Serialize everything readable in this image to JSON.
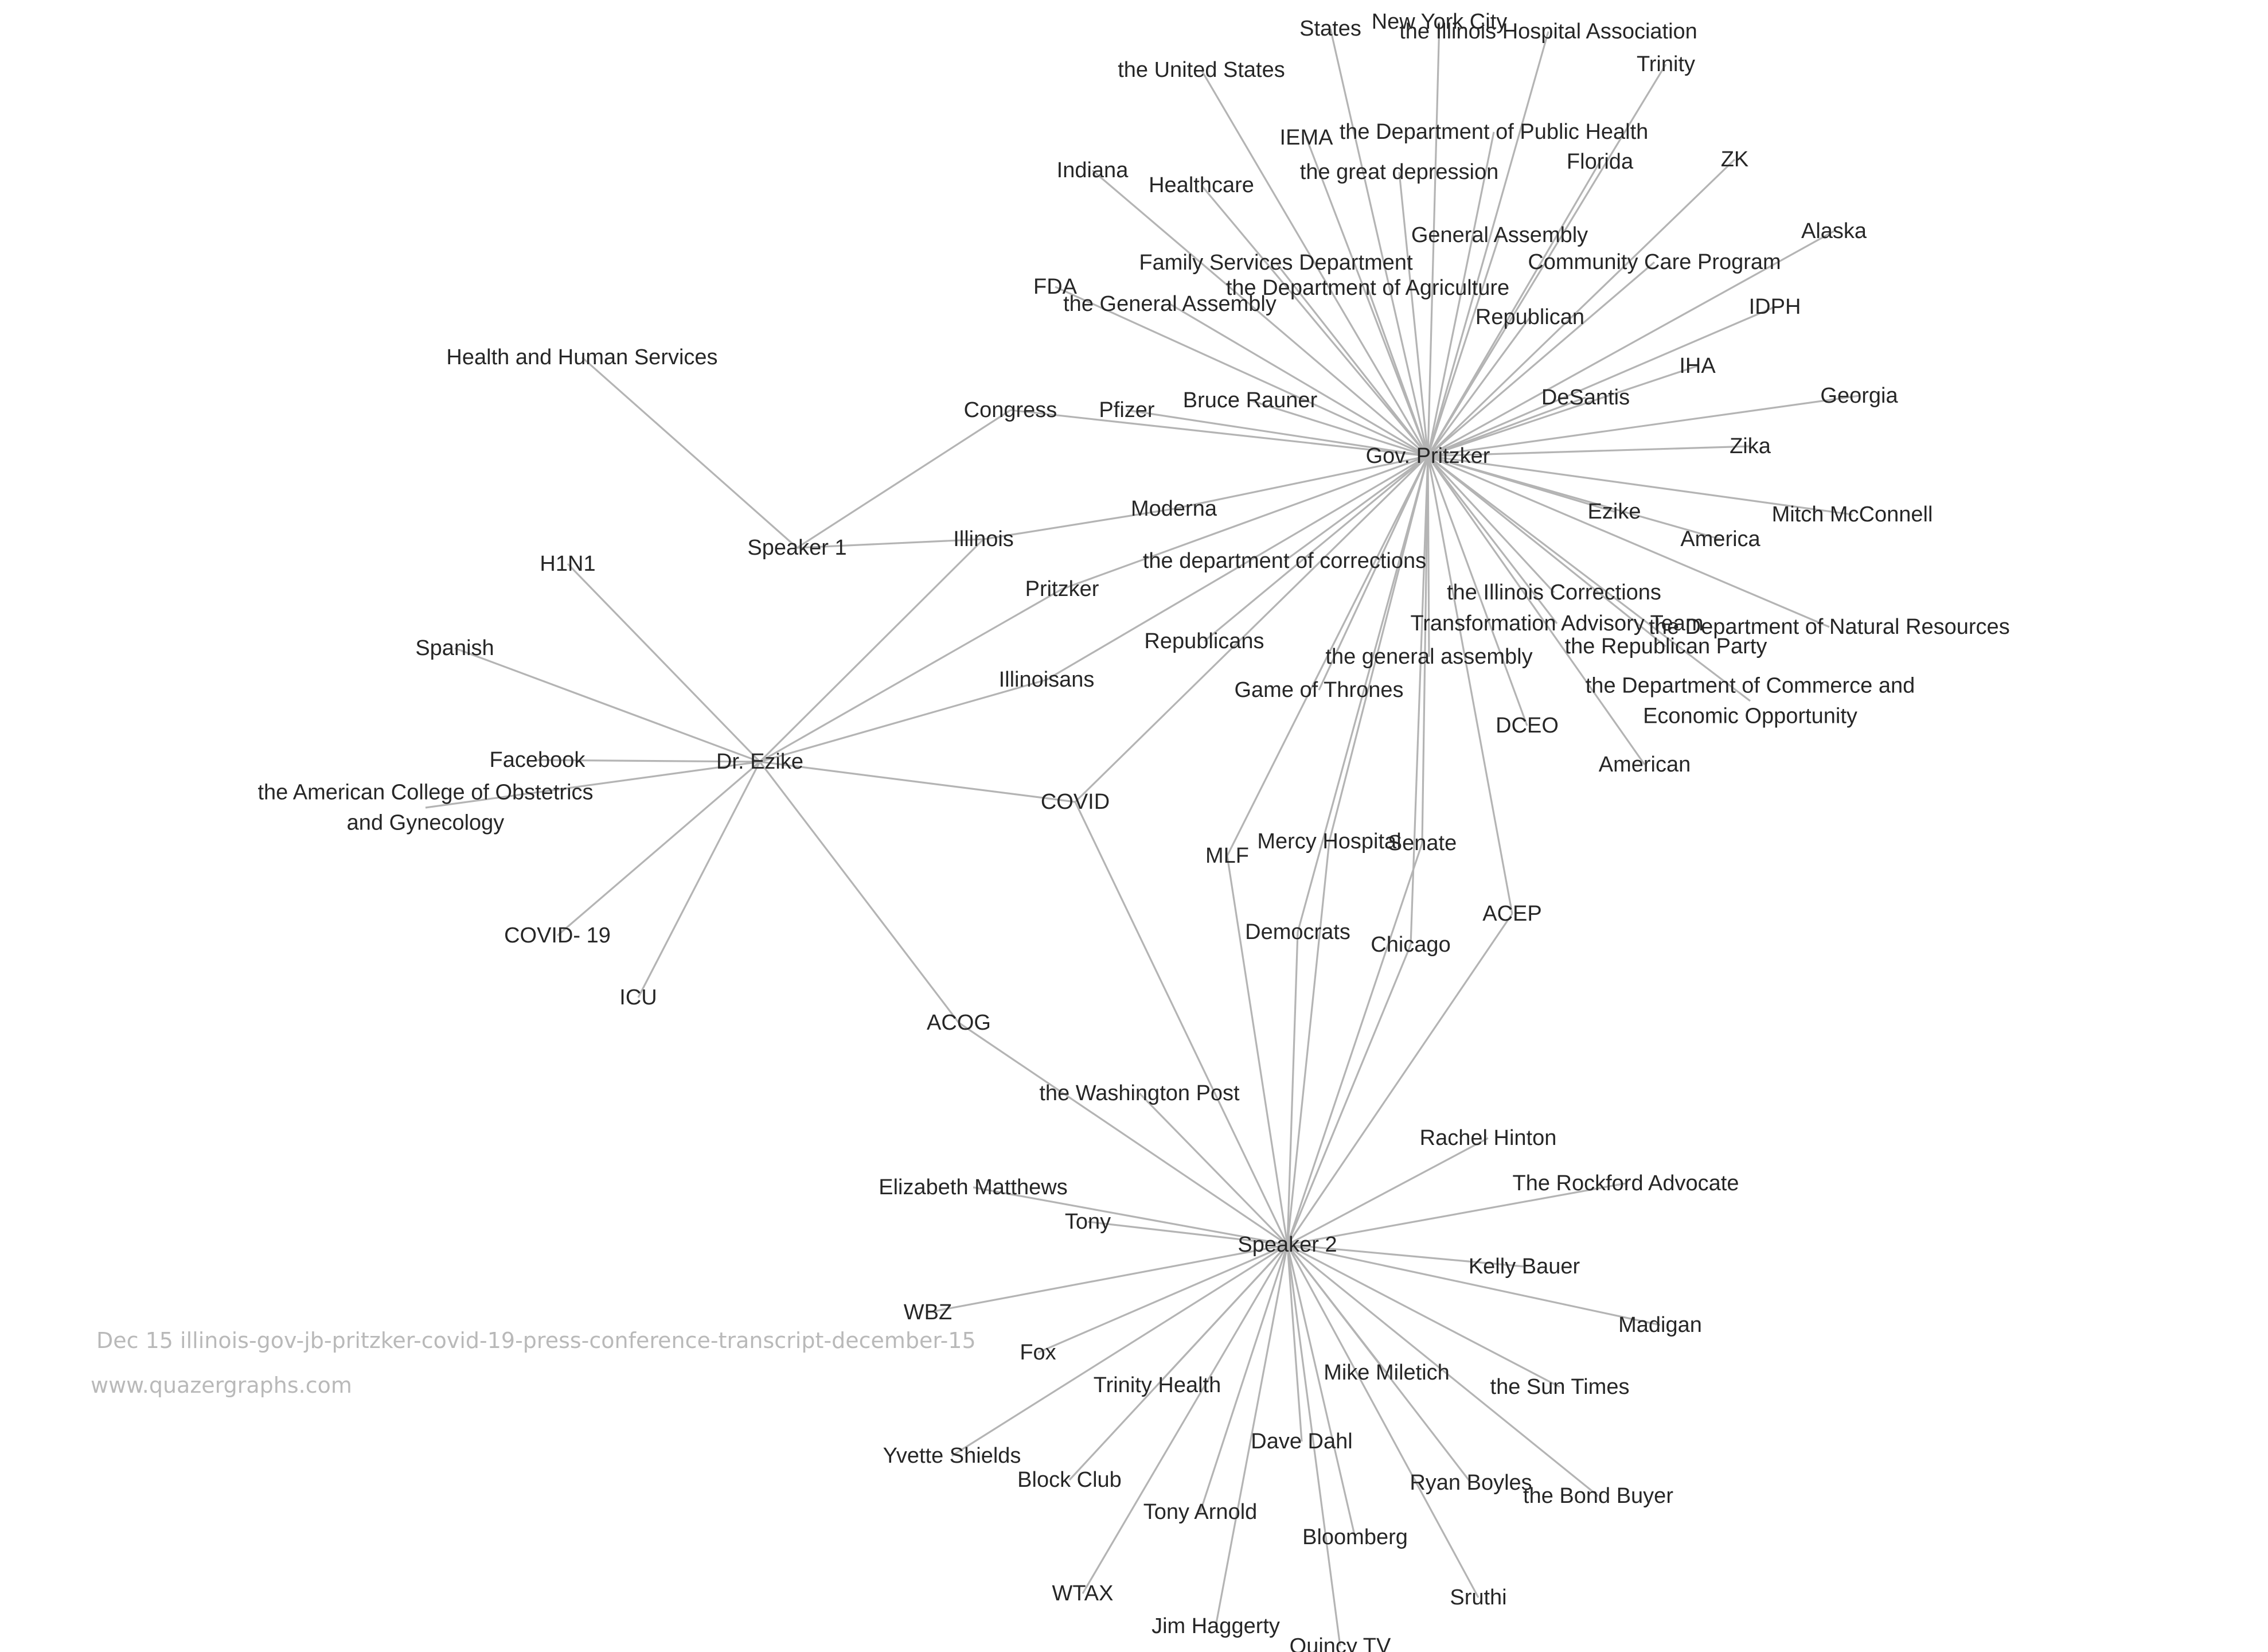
{
  "caption": {
    "line1": "Dec 15 illinois-gov-jb-pritzker-covid-19-press-conference-transcript-december-15",
    "line2": "www.quazergraphs.com"
  },
  "colors": {
    "edge": "#b4b4b4",
    "label": "#262626",
    "caption": "#b9b9b9",
    "background": "#ffffff"
  },
  "nodes": [
    {
      "id": "pritzker",
      "label": [
        "Gov. Pritzker"
      ]
    },
    {
      "id": "speaker1",
      "label": [
        "Speaker 1"
      ]
    },
    {
      "id": "speaker2",
      "label": [
        "Speaker 2"
      ]
    },
    {
      "id": "ezike_dr",
      "label": [
        "Dr. Ezike"
      ]
    },
    {
      "id": "states",
      "label": [
        "States"
      ]
    },
    {
      "id": "nyc",
      "label": [
        "New York City"
      ]
    },
    {
      "id": "iha_full",
      "label": [
        "the Illinois Hospital Association"
      ]
    },
    {
      "id": "trinity",
      "label": [
        "Trinity"
      ]
    },
    {
      "id": "usa",
      "label": [
        "the United States"
      ]
    },
    {
      "id": "iema",
      "label": [
        "IEMA"
      ]
    },
    {
      "id": "dph",
      "label": [
        "the Department of Public Health"
      ]
    },
    {
      "id": "florida",
      "label": [
        "Florida"
      ]
    },
    {
      "id": "zk",
      "label": [
        "ZK"
      ]
    },
    {
      "id": "indiana",
      "label": [
        "Indiana"
      ]
    },
    {
      "id": "healthcare",
      "label": [
        "Healthcare"
      ]
    },
    {
      "id": "depression",
      "label": [
        "the great depression"
      ]
    },
    {
      "id": "alaska",
      "label": [
        "Alaska"
      ]
    },
    {
      "id": "ga_cap",
      "label": [
        "General Assembly"
      ]
    },
    {
      "id": "fsd",
      "label": [
        "Family Services Department"
      ]
    },
    {
      "id": "ccp",
      "label": [
        "Community Care Program"
      ]
    },
    {
      "id": "fda",
      "label": [
        "FDA"
      ]
    },
    {
      "id": "doa",
      "label": [
        "the Department of Agriculture"
      ]
    },
    {
      "id": "tga",
      "label": [
        "the General Assembly"
      ]
    },
    {
      "id": "idph",
      "label": [
        "IDPH"
      ]
    },
    {
      "id": "republican",
      "label": [
        "Republican"
      ]
    },
    {
      "id": "iha",
      "label": [
        "IHA"
      ]
    },
    {
      "id": "hhs",
      "label": [
        "Health and Human Services"
      ]
    },
    {
      "id": "desantis",
      "label": [
        "DeSantis"
      ]
    },
    {
      "id": "georgia",
      "label": [
        "Georgia"
      ]
    },
    {
      "id": "congress",
      "label": [
        "Congress"
      ]
    },
    {
      "id": "pfizer",
      "label": [
        "Pfizer"
      ]
    },
    {
      "id": "rauner",
      "label": [
        "Bruce Rauner"
      ]
    },
    {
      "id": "zika",
      "label": [
        "Zika"
      ]
    },
    {
      "id": "moderna",
      "label": [
        "Moderna"
      ]
    },
    {
      "id": "ezike",
      "label": [
        "Ezike"
      ]
    },
    {
      "id": "mcconnell",
      "label": [
        "Mitch McConnell"
      ]
    },
    {
      "id": "illinois",
      "label": [
        "Illinois"
      ]
    },
    {
      "id": "america",
      "label": [
        "America"
      ]
    },
    {
      "id": "h1n1",
      "label": [
        "H1N1"
      ]
    },
    {
      "id": "doc",
      "label": [
        "the department of corrections"
      ]
    },
    {
      "id": "pritzker2",
      "label": [
        "Pritzker"
      ]
    },
    {
      "id": "ict",
      "label": [
        "the Illinois Corrections"
      ]
    },
    {
      "id": "tat",
      "label": [
        "Transformation Advisory Team"
      ]
    },
    {
      "id": "dnr",
      "label": [
        "the Department of Natural Resources"
      ]
    },
    {
      "id": "republicans",
      "label": [
        "Republicans"
      ]
    },
    {
      "id": "rep_party",
      "label": [
        "the Republican Party"
      ]
    },
    {
      "id": "spanish",
      "label": [
        "Spanish"
      ]
    },
    {
      "id": "tgas",
      "label": [
        "the general assembly"
      ]
    },
    {
      "id": "illinoisans",
      "label": [
        "Illinoisans"
      ]
    },
    {
      "id": "dceo_full",
      "label": [
        "the Department of Commerce and",
        "Economic Opportunity"
      ]
    },
    {
      "id": "got",
      "label": [
        "Game of Thrones"
      ]
    },
    {
      "id": "dceo",
      "label": [
        "DCEO"
      ]
    },
    {
      "id": "facebook",
      "label": [
        "Facebook"
      ]
    },
    {
      "id": "american",
      "label": [
        "American"
      ]
    },
    {
      "id": "covid",
      "label": [
        "COVID"
      ]
    },
    {
      "id": "acog_full",
      "label": [
        "the American College of Obstetrics",
        "and Gynecology"
      ]
    },
    {
      "id": "mercy",
      "label": [
        "Mercy Hospital"
      ]
    },
    {
      "id": "senate",
      "label": [
        "Senate"
      ]
    },
    {
      "id": "mlf",
      "label": [
        "MLF"
      ]
    },
    {
      "id": "acep",
      "label": [
        "ACEP"
      ]
    },
    {
      "id": "democrats",
      "label": [
        "Democrats"
      ]
    },
    {
      "id": "chicago",
      "label": [
        "Chicago"
      ]
    },
    {
      "id": "covid19",
      "label": [
        "COVID- 19"
      ]
    },
    {
      "id": "icu",
      "label": [
        "ICU"
      ]
    },
    {
      "id": "acog",
      "label": [
        "ACOG"
      ]
    },
    {
      "id": "wapo",
      "label": [
        "the Washington Post"
      ]
    },
    {
      "id": "hinton",
      "label": [
        "Rachel Hinton"
      ]
    },
    {
      "id": "rockford",
      "label": [
        "The Rockford Advocate"
      ]
    },
    {
      "id": "matthews",
      "label": [
        "Elizabeth Matthews"
      ]
    },
    {
      "id": "tony",
      "label": [
        "Tony"
      ]
    },
    {
      "id": "bauer",
      "label": [
        "Kelly Bauer"
      ]
    },
    {
      "id": "wbz",
      "label": [
        "WBZ"
      ]
    },
    {
      "id": "madigan",
      "label": [
        "Madigan"
      ]
    },
    {
      "id": "fox",
      "label": [
        "Fox"
      ]
    },
    {
      "id": "miletich",
      "label": [
        "Mike Miletich"
      ]
    },
    {
      "id": "trinity_health",
      "label": [
        "Trinity Health"
      ]
    },
    {
      "id": "suntimes",
      "label": [
        "the Sun Times"
      ]
    },
    {
      "id": "dahl",
      "label": [
        "Dave Dahl"
      ]
    },
    {
      "id": "shields",
      "label": [
        "Yvette Shields"
      ]
    },
    {
      "id": "boyles",
      "label": [
        "Ryan Boyles"
      ]
    },
    {
      "id": "blockclub",
      "label": [
        "Block Club"
      ]
    },
    {
      "id": "bondbuyer",
      "label": [
        "the Bond Buyer"
      ]
    },
    {
      "id": "arnold",
      "label": [
        "Tony Arnold"
      ]
    },
    {
      "id": "bloomberg",
      "label": [
        "Bloomberg"
      ]
    },
    {
      "id": "wtax",
      "label": [
        "WTAX"
      ]
    },
    {
      "id": "sruthi",
      "label": [
        "Sruthi"
      ]
    },
    {
      "id": "haggerty",
      "label": [
        "Jim Haggerty"
      ]
    },
    {
      "id": "quincy",
      "label": [
        "Quincy TV"
      ]
    }
  ],
  "edges": [
    [
      "pritzker",
      "states"
    ],
    [
      "pritzker",
      "nyc"
    ],
    [
      "pritzker",
      "iha_full"
    ],
    [
      "pritzker",
      "trinity"
    ],
    [
      "pritzker",
      "usa"
    ],
    [
      "pritzker",
      "iema"
    ],
    [
      "pritzker",
      "dph"
    ],
    [
      "pritzker",
      "florida"
    ],
    [
      "pritzker",
      "zk"
    ],
    [
      "pritzker",
      "indiana"
    ],
    [
      "pritzker",
      "healthcare"
    ],
    [
      "pritzker",
      "depression"
    ],
    [
      "pritzker",
      "alaska"
    ],
    [
      "pritzker",
      "ga_cap"
    ],
    [
      "pritzker",
      "fsd"
    ],
    [
      "pritzker",
      "ccp"
    ],
    [
      "pritzker",
      "fda"
    ],
    [
      "pritzker",
      "doa"
    ],
    [
      "pritzker",
      "tga"
    ],
    [
      "pritzker",
      "idph"
    ],
    [
      "pritzker",
      "republican"
    ],
    [
      "pritzker",
      "iha"
    ],
    [
      "pritzker",
      "desantis"
    ],
    [
      "pritzker",
      "georgia"
    ],
    [
      "pritzker",
      "congress"
    ],
    [
      "pritzker",
      "pfizer"
    ],
    [
      "pritzker",
      "rauner"
    ],
    [
      "pritzker",
      "zika"
    ],
    [
      "pritzker",
      "moderna"
    ],
    [
      "pritzker",
      "ezike"
    ],
    [
      "pritzker",
      "mcconnell"
    ],
    [
      "pritzker",
      "america"
    ],
    [
      "pritzker",
      "doc"
    ],
    [
      "pritzker",
      "pritzker2"
    ],
    [
      "pritzker",
      "ict"
    ],
    [
      "pritzker",
      "tat"
    ],
    [
      "pritzker",
      "dnr"
    ],
    [
      "pritzker",
      "republicans"
    ],
    [
      "pritzker",
      "rep_party"
    ],
    [
      "pritzker",
      "tgas"
    ],
    [
      "pritzker",
      "illinoisans"
    ],
    [
      "pritzker",
      "dceo_full"
    ],
    [
      "pritzker",
      "got"
    ],
    [
      "pritzker",
      "dceo"
    ],
    [
      "pritzker",
      "american"
    ],
    [
      "pritzker",
      "covid"
    ],
    [
      "pritzker",
      "mlf"
    ],
    [
      "pritzker",
      "acep"
    ],
    [
      "pritzker",
      "democrats"
    ],
    [
      "pritzker",
      "chicago"
    ],
    [
      "pritzker",
      "senate"
    ],
    [
      "pritzker",
      "mercy"
    ],
    [
      "speaker1",
      "congress"
    ],
    [
      "speaker1",
      "illinois"
    ],
    [
      "speaker1",
      "hhs"
    ],
    [
      "illinois",
      "moderna"
    ],
    [
      "ezike_dr",
      "h1n1"
    ],
    [
      "ezike_dr",
      "spanish"
    ],
    [
      "ezike_dr",
      "facebook"
    ],
    [
      "ezike_dr",
      "acog_full"
    ],
    [
      "ezike_dr",
      "covid19"
    ],
    [
      "ezike_dr",
      "icu"
    ],
    [
      "ezike_dr",
      "acog"
    ],
    [
      "ezike_dr",
      "covid"
    ],
    [
      "ezike_dr",
      "illinois"
    ],
    [
      "ezike_dr",
      "pritzker2"
    ],
    [
      "ezike_dr",
      "illinoisans"
    ],
    [
      "speaker2",
      "covid"
    ],
    [
      "speaker2",
      "acog"
    ],
    [
      "speaker2",
      "wapo"
    ],
    [
      "speaker2",
      "mlf"
    ],
    [
      "speaker2",
      "mercy"
    ],
    [
      "speaker2",
      "senate"
    ],
    [
      "speaker2",
      "democrats"
    ],
    [
      "speaker2",
      "chicago"
    ],
    [
      "speaker2",
      "acep"
    ],
    [
      "speaker2",
      "hinton"
    ],
    [
      "speaker2",
      "rockford"
    ],
    [
      "speaker2",
      "matthews"
    ],
    [
      "speaker2",
      "tony"
    ],
    [
      "speaker2",
      "bauer"
    ],
    [
      "speaker2",
      "wbz"
    ],
    [
      "speaker2",
      "madigan"
    ],
    [
      "speaker2",
      "fox"
    ],
    [
      "speaker2",
      "miletich"
    ],
    [
      "speaker2",
      "trinity_health"
    ],
    [
      "speaker2",
      "suntimes"
    ],
    [
      "speaker2",
      "dahl"
    ],
    [
      "speaker2",
      "shields"
    ],
    [
      "speaker2",
      "boyles"
    ],
    [
      "speaker2",
      "blockclub"
    ],
    [
      "speaker2",
      "bondbuyer"
    ],
    [
      "speaker2",
      "arnold"
    ],
    [
      "speaker2",
      "bloomberg"
    ],
    [
      "speaker2",
      "wtax"
    ],
    [
      "speaker2",
      "sruthi"
    ],
    [
      "speaker2",
      "haggerty"
    ],
    [
      "speaker2",
      "quincy"
    ]
  ]
}
